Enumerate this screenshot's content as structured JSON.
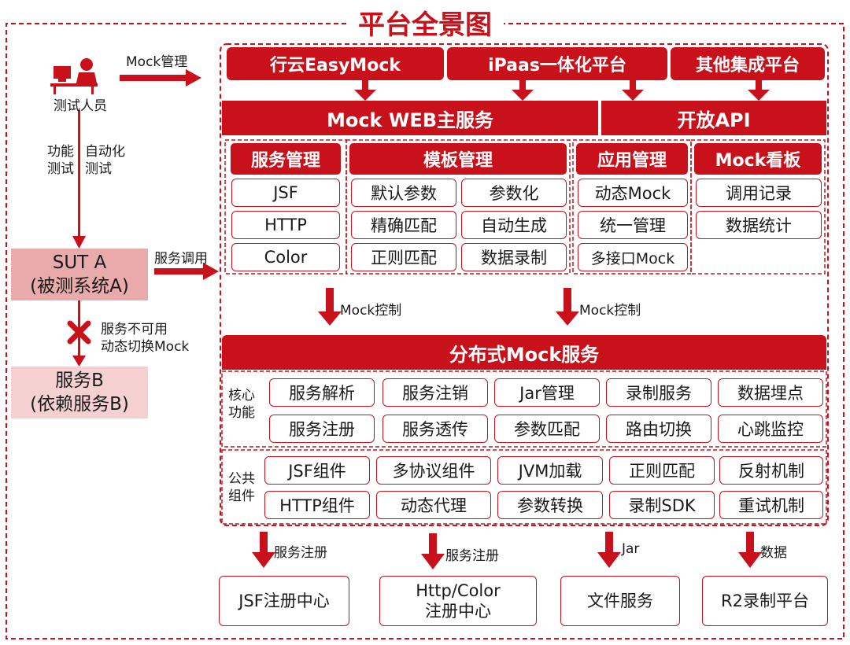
{
  "title": "平台全景图",
  "left": {
    "tester_label": "测试人员",
    "mock_mgmt": "Mock管理",
    "func_test_1": "功能",
    "func_test_2": "测试",
    "auto_test_1": "自动化",
    "auto_test_2": "测试",
    "sut_a_line1": "SUT A",
    "sut_a_line2": "(被测系统A)",
    "service_call": "服务调用",
    "unavailable_1": "服务不可用",
    "unavailable_2": "动态切换Mock",
    "svc_b_line1": "服务B",
    "svc_b_line2": "(依赖服务B)"
  },
  "platforms": [
    "行云EasyMock",
    "iPaas一体化平台",
    "其他集成平台"
  ],
  "web_service": "Mock WEB主服务",
  "open_api": "开放API",
  "modules": {
    "service_mgmt": {
      "title": "服务管理",
      "items": [
        "JSF",
        "HTTP",
        "Color"
      ]
    },
    "template_mgmt": {
      "title": "模板管理",
      "items": [
        "默认参数",
        "参数化",
        "精确匹配",
        "自动生成",
        "正则匹配",
        "数据录制"
      ]
    },
    "app_mgmt": {
      "title": "应用管理",
      "items": [
        "动态Mock",
        "统一管理",
        "多接口Mock"
      ]
    },
    "mock_board": {
      "title": "Mock看板",
      "items": [
        "调用记录",
        "数据统计"
      ]
    }
  },
  "mock_control": [
    "Mock控制",
    "Mock控制"
  ],
  "distributed": {
    "title": "分布式Mock服务",
    "core_label_1": "核心",
    "core_label_2": "功能",
    "core_items": [
      "服务解析",
      "服务注销",
      "Jar管理",
      "录制服务",
      "数据埋点",
      "服务注册",
      "服务透传",
      "参数匹配",
      "路由切换",
      "心跳监控"
    ],
    "common_label_1": "公共",
    "common_label_2": "组件",
    "common_items": [
      "JSF组件",
      "多协议组件",
      "JVM加载",
      "正则匹配",
      "反射机制",
      "HTTP组件",
      "动态代理",
      "参数转换",
      "录制SDK",
      "重试机制"
    ]
  },
  "bottom_arrows": [
    "服务注册",
    "服务注册",
    "Jar",
    "数据"
  ],
  "bottom_boxes": [
    {
      "line1": "JSF注册中心",
      "line2": ""
    },
    {
      "line1": "Http/Color",
      "line2": "注册中心"
    },
    {
      "line1": "文件服务",
      "line2": ""
    },
    {
      "line1": "R2录制平台",
      "line2": ""
    }
  ],
  "colors": {
    "accent": "#c8111a",
    "pink_a": "#e8aaaa",
    "pink_b": "#f5d0d0"
  }
}
